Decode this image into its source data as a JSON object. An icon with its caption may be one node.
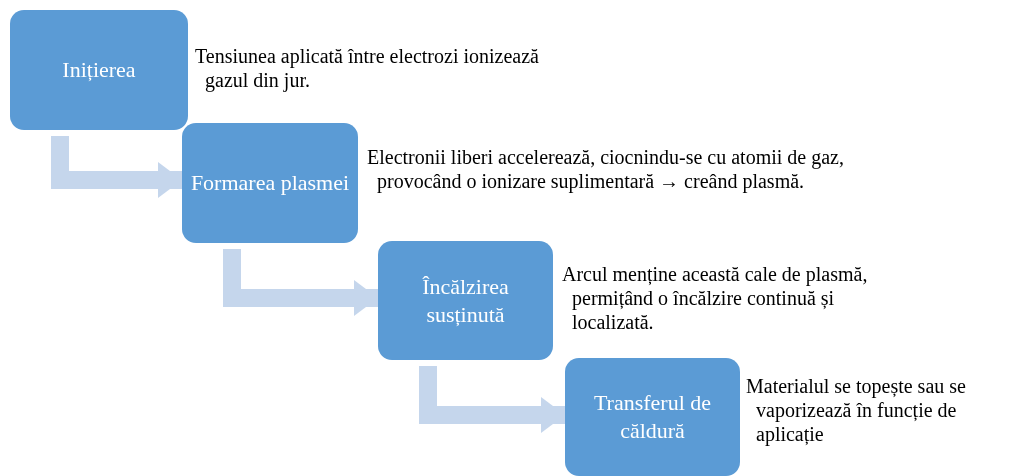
{
  "diagram": {
    "nodes": [
      {
        "text": [
          "Inițierea"
        ],
        "beside": [
          "Tensiunea aplicată între electrozi ionizează gazul din jur."
        ]
      },
      {
        "text": [
          "Formarea plasmei"
        ],
        "beside": [
          "Electronii liberi accelerează, ciocnindu-se cu atomii de gaz, provocând o ionizare suplimentară → creând plasmă."
        ]
      },
      {
        "text": [
          "Încălzirea susținută"
        ],
        "beside": [
          "Arcul menține această cale de plasmă, permițând o încălzire continuă și localizată."
        ]
      },
      {
        "text": [
          "Transferul de căldură"
        ],
        "beside": [
          "Materialul se topește sau se vaporizează în funcție de aplicație"
        ]
      }
    ],
    "edges": [
      {
        "from": 0,
        "to": 1,
        "arrow": "to"
      },
      {
        "from": 1,
        "to": 2,
        "arrow": "to"
      },
      {
        "from": 2,
        "to": 3,
        "arrow": "to"
      }
    ]
  }
}
